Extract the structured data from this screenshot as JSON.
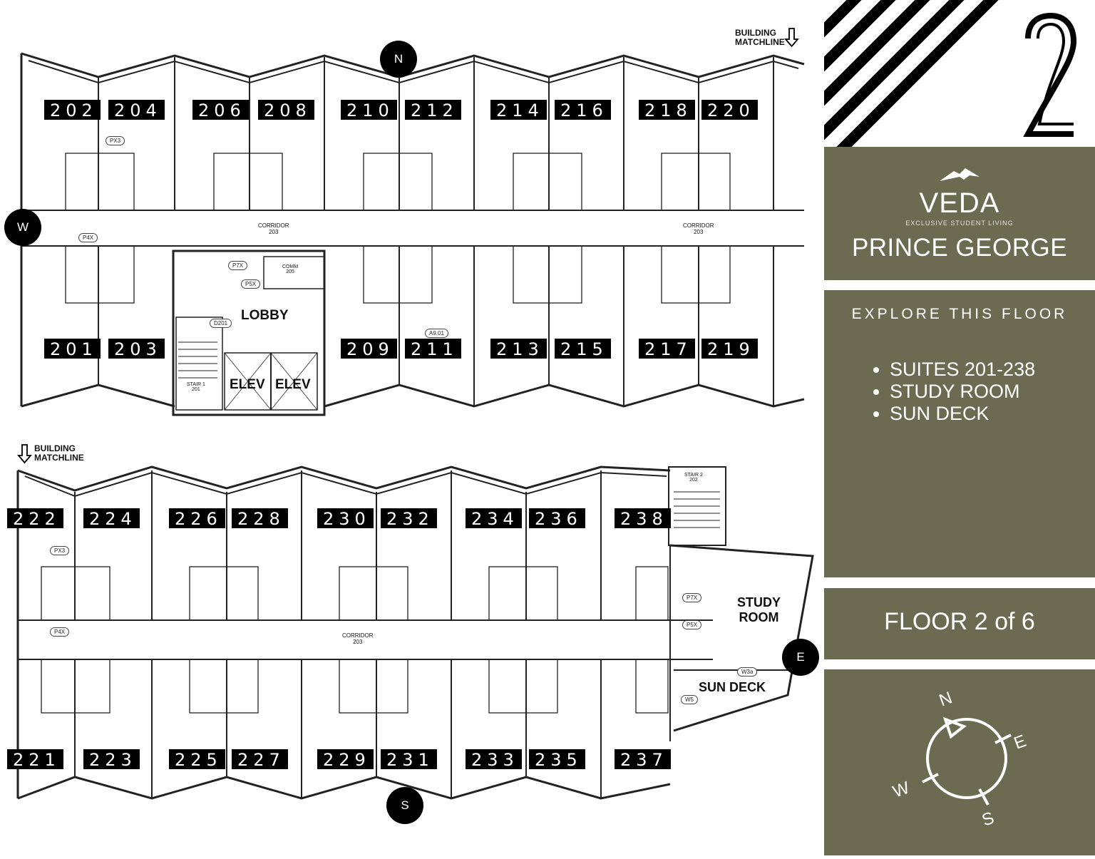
{
  "north_plan": {
    "matchline": "BUILDING\nMATCHLINE",
    "units_top": [
      "202",
      "204",
      "206",
      "208",
      "210",
      "212",
      "214",
      "216",
      "218",
      "220"
    ],
    "units_bottom": [
      "201",
      "203",
      "209",
      "211",
      "213",
      "215",
      "217",
      "219"
    ],
    "lobby": "LOBBY",
    "elev": [
      "ELEV",
      "ELEV"
    ],
    "corridor": [
      "CORRIDOR",
      "203"
    ],
    "stair": [
      "STAIR 1",
      "201"
    ],
    "comm": [
      "COMM",
      "205"
    ],
    "tags": [
      "PX3",
      "P4X",
      "P5X",
      "P7X",
      "A9.01",
      "D201"
    ]
  },
  "south_plan": {
    "matchline": "BUILDING\nMATCHLINE",
    "units_top": [
      "222",
      "224",
      "226",
      "228",
      "230",
      "232",
      "234",
      "236",
      "238"
    ],
    "units_bottom": [
      "221",
      "223",
      "225",
      "227",
      "229",
      "231",
      "233",
      "235",
      "237"
    ],
    "study_room": "STUDY\nROOM",
    "sun_deck": "SUN DECK",
    "corridor": [
      "CORRIDOR",
      "203"
    ],
    "stair": [
      "STAIR 2",
      "202"
    ],
    "tags": [
      "PX3",
      "P4X",
      "P5X",
      "P7X",
      "W3a",
      "W5"
    ]
  },
  "compass_points": {
    "n": "N",
    "w": "W",
    "e": "E",
    "s": "S"
  },
  "floor_number": "2",
  "brand": {
    "name": "VEDA",
    "tagline": "EXCLUSIVE STUDENT LIVING",
    "location": "PRINCE GEORGE"
  },
  "explore": {
    "title": "EXPLORE THIS FLOOR",
    "items": [
      "SUITES 201-238",
      "STUDY ROOM",
      "SUN DECK"
    ]
  },
  "floor_info": "FLOOR 2 of 6",
  "compass_rose": {
    "n": "N",
    "e": "E",
    "s": "S",
    "w": "W"
  },
  "colors": {
    "panel": "#6b6b52",
    "label_bg": "#000000"
  }
}
